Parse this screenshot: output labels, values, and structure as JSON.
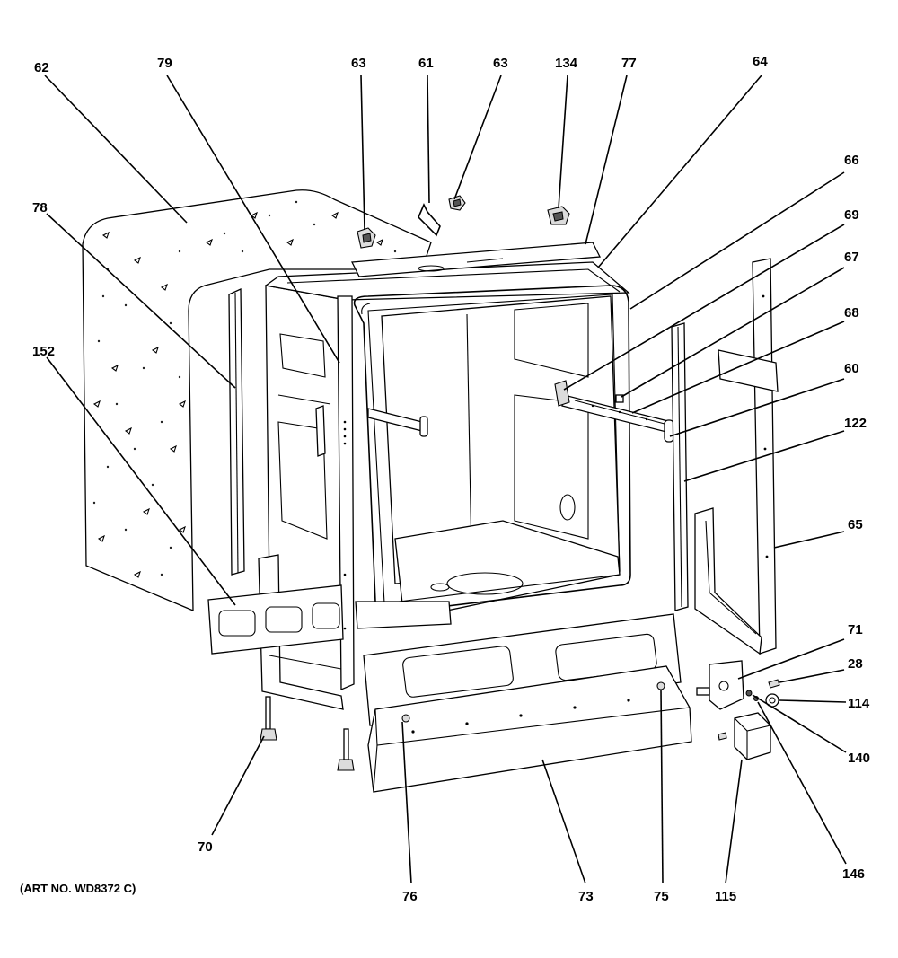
{
  "diagram": {
    "art_number": "(ART NO. WD8372 C)",
    "callouts": [
      {
        "id": "c62",
        "label": "62"
      },
      {
        "id": "c79",
        "label": "79"
      },
      {
        "id": "c63a",
        "label": "63"
      },
      {
        "id": "c61",
        "label": "61"
      },
      {
        "id": "c63b",
        "label": "63"
      },
      {
        "id": "c134",
        "label": "134"
      },
      {
        "id": "c77",
        "label": "77"
      },
      {
        "id": "c64",
        "label": "64"
      },
      {
        "id": "c66",
        "label": "66"
      },
      {
        "id": "c78",
        "label": "78"
      },
      {
        "id": "c69",
        "label": "69"
      },
      {
        "id": "c67",
        "label": "67"
      },
      {
        "id": "c68",
        "label": "68"
      },
      {
        "id": "c152",
        "label": "152"
      },
      {
        "id": "c60",
        "label": "60"
      },
      {
        "id": "c122",
        "label": "122"
      },
      {
        "id": "c65",
        "label": "65"
      },
      {
        "id": "c71",
        "label": "71"
      },
      {
        "id": "c28",
        "label": "28"
      },
      {
        "id": "c114",
        "label": "114"
      },
      {
        "id": "c140",
        "label": "140"
      },
      {
        "id": "c70",
        "label": "70"
      },
      {
        "id": "c146",
        "label": "146"
      },
      {
        "id": "c76",
        "label": "76"
      },
      {
        "id": "c73",
        "label": "73"
      },
      {
        "id": "c75",
        "label": "75"
      },
      {
        "id": "c115",
        "label": "115"
      }
    ]
  }
}
